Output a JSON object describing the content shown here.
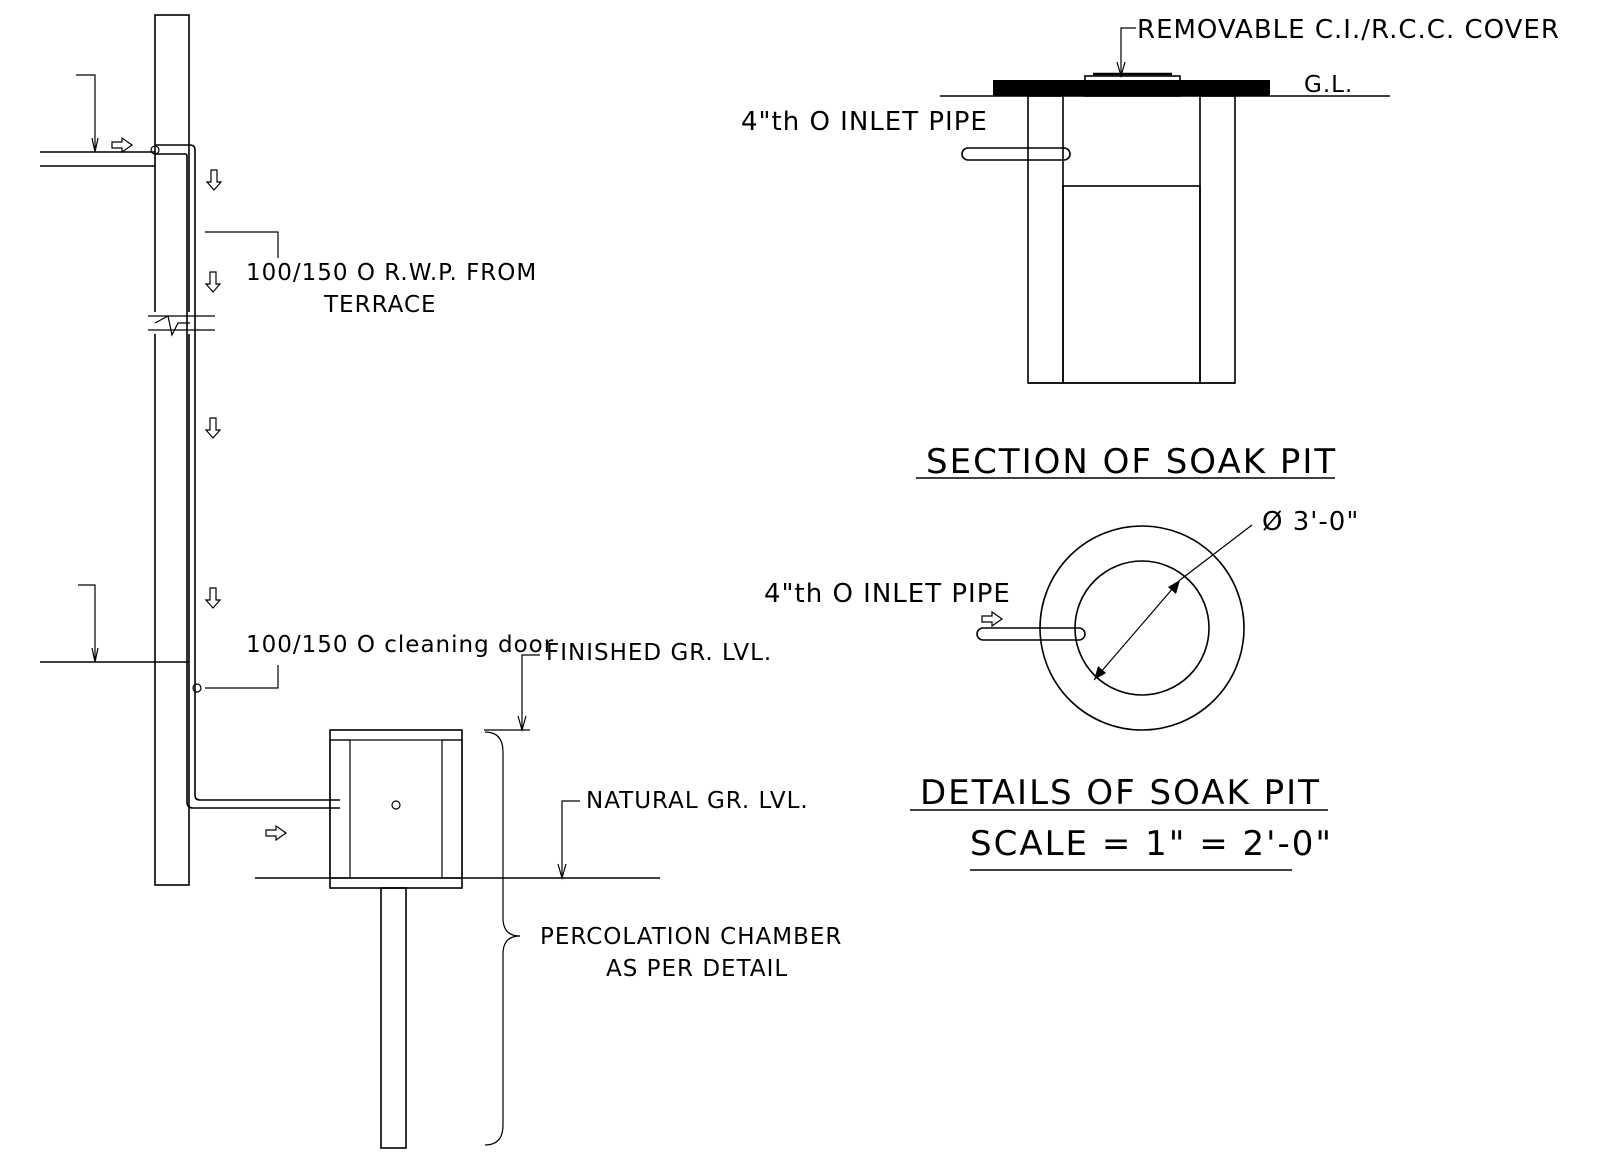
{
  "labels": {
    "rwp_line1": "100/150 O R.W.P. FROM",
    "rwp_line2": "TERRACE",
    "cleaning": "100/150 O cleaning door",
    "finished_gl": "FINISHED GR. LVL.",
    "natural_gl": "NATURAL GR. LVL.",
    "percolation_line1": "PERCOLATION CHAMBER",
    "percolation_line2": "AS PER DETAIL",
    "cover": "REMOVABLE C.I./R.C.C. COVER",
    "gl": "G.L.",
    "inlet_section": "4\"th O INLET PIPE",
    "inlet_details": "4\"th O INLET PIPE",
    "diameter": "Ø 3'-0\"",
    "section_title": "SECTION OF SOAK PIT",
    "details_title": "DETAILS OF SOAK PIT",
    "scale": "SCALE = 1\" = 2'-0\""
  },
  "colors": {
    "ink": "#000000",
    "paper": "#ffffff"
  }
}
